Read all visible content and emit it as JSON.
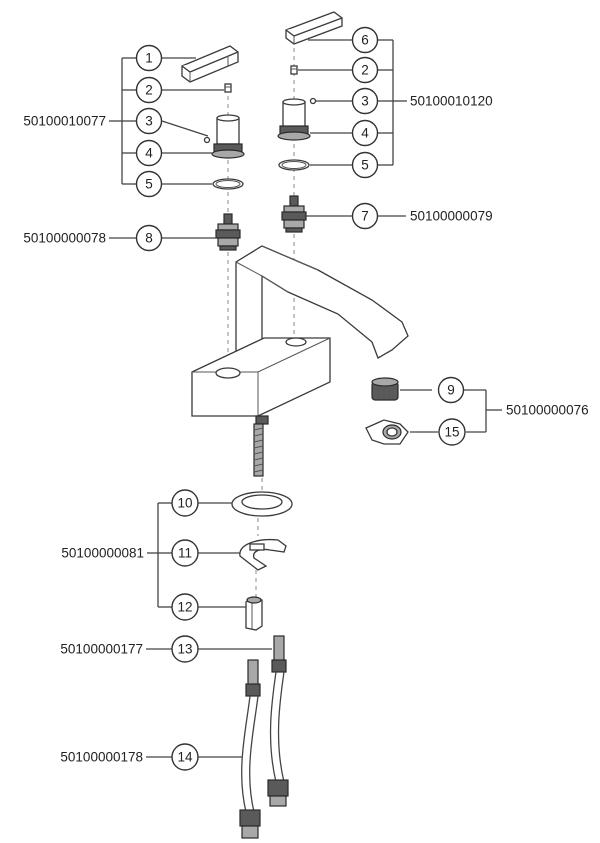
{
  "balloons": [
    {
      "id": "b1",
      "label": "1"
    },
    {
      "id": "b2a",
      "label": "2"
    },
    {
      "id": "b3a",
      "label": "3"
    },
    {
      "id": "b4a",
      "label": "4"
    },
    {
      "id": "b5a",
      "label": "5"
    },
    {
      "id": "b8",
      "label": "8"
    },
    {
      "id": "b6",
      "label": "6"
    },
    {
      "id": "b2b",
      "label": "2"
    },
    {
      "id": "b3b",
      "label": "3"
    },
    {
      "id": "b4b",
      "label": "4"
    },
    {
      "id": "b5b",
      "label": "5"
    },
    {
      "id": "b7",
      "label": "7"
    },
    {
      "id": "b9",
      "label": "9"
    },
    {
      "id": "b15",
      "label": "15"
    },
    {
      "id": "b10",
      "label": "10"
    },
    {
      "id": "b11",
      "label": "11"
    },
    {
      "id": "b12",
      "label": "12"
    },
    {
      "id": "b13",
      "label": "13"
    },
    {
      "id": "b14",
      "label": "14"
    }
  ],
  "part_numbers": {
    "left_handle_kit": "50100010077",
    "left_cartridge": "50100000078",
    "right_handle_kit": "50100010120",
    "right_cartridge": "50100000079",
    "aerator_kit": "50100000076",
    "mounting_kit": "50100000081",
    "hose_13": "50100000177",
    "hose_14": "50100000178"
  }
}
